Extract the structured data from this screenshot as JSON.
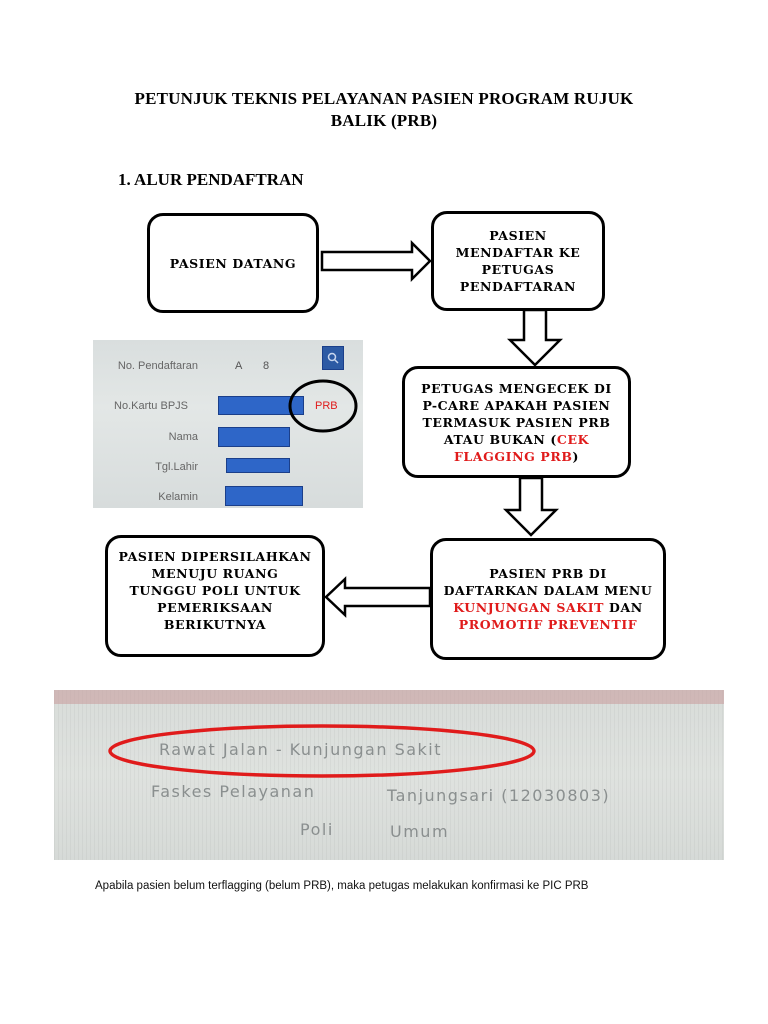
{
  "title": {
    "line1": "PETUNJUK TEKNIS PELAYANAN PASIEN PROGRAM RUJUK",
    "line2": "BALIK (PRB)"
  },
  "section": {
    "heading": "1.  ALUR PENDAFTRAN"
  },
  "flow": {
    "box1": "PASIEN DATANG",
    "box2": "PASIEN MENDAFTAR KE PETUGAS PENDAFTARAN",
    "box3": {
      "text": "PETUGAS MENGECEK DI P-CARE APAKAH PASIEN TERMASUK PASIEN PRB ATAU BUKAN (",
      "highlight": "CEK FLAGGING PRB",
      "close": ")"
    },
    "box4": {
      "text": "PASIEN PRB DI DAFTARKAN DALAM MENU ",
      "highlight1": "KUNJUNGAN SAKIT",
      "mid": " DAN ",
      "highlight2": "PROMOTIF PREVENTIF"
    },
    "box5": "PASIEN DIPERSILAHKAN MENUJU RUANG TUNGGU POLI UNTUK PEMERIKSAAN BERIKUTNYA"
  },
  "pcare_form": {
    "fields": [
      "No. Pendaftaran",
      "No.Kartu BPJS",
      "Nama",
      "Tgl.Lahir",
      "Kelamin"
    ],
    "pendaftaran_values": [
      "A",
      "8"
    ],
    "prb_flag": "PRB",
    "search_icon": "search-icon"
  },
  "kunjungan_screen": {
    "jenis": "Rawat Jalan - Kunjungan Sakit",
    "faskes_label": "Faskes Pelayanan",
    "faskes_value": "Tanjungsari (12030803)",
    "poli_label": "Poli",
    "poli_value": "Umum"
  },
  "note": "Apabila pasien belum terflagging (belum PRB), maka petugas melakukan konfirmasi ke PIC PRB",
  "colors": {
    "highlight_text": "#e01b1b",
    "circle_red": "#e01b1b",
    "field_bar": "#2e66c8"
  }
}
